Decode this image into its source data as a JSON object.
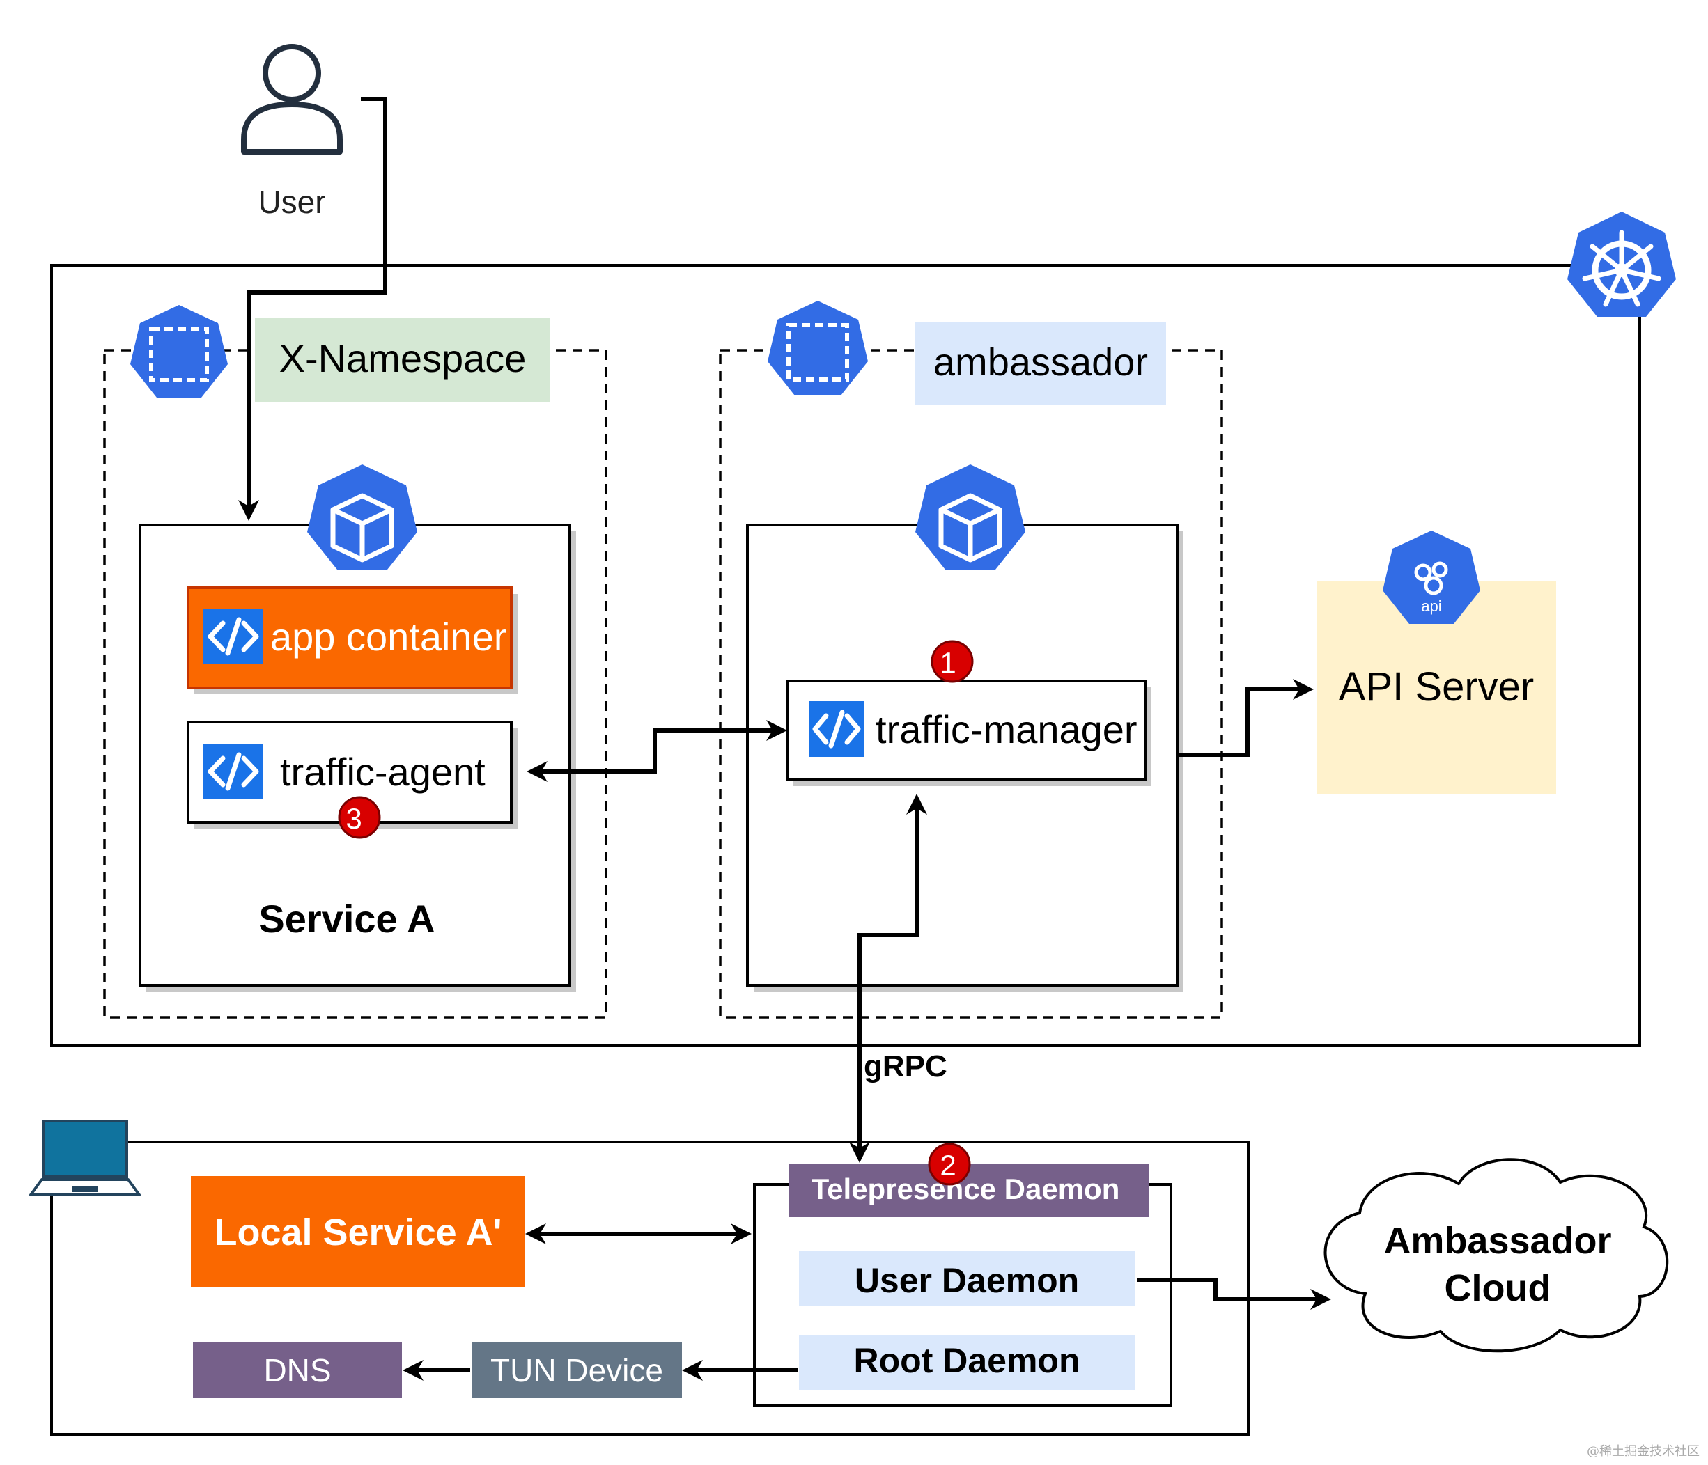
{
  "user": {
    "label": "User"
  },
  "namespaces": {
    "x_namespace": {
      "label": "X-Namespace",
      "color": "#d5e8d4"
    },
    "ambassador": {
      "label": "ambassador",
      "color": "#dae8fc"
    }
  },
  "service_a": {
    "label": "Service A",
    "app_container": "app container",
    "traffic_agent": "traffic-agent",
    "agent_badge": "3"
  },
  "manager_pod": {
    "traffic_manager": "traffic-manager",
    "manager_badge": "1"
  },
  "api_server": {
    "label": "API Server",
    "icon_text": "api",
    "color": "#fff2cc"
  },
  "grpc_label": "gRPC",
  "local_machine": {
    "local_service": "Local Service A'",
    "telepresence_daemon": "Telepresence Daemon",
    "daemon_badge": "2",
    "user_daemon": "User Daemon",
    "root_daemon": "Root Daemon",
    "tun_device": "TUN Device",
    "dns": "DNS"
  },
  "cloud": {
    "line1": "Ambassador",
    "line2": "Cloud"
  },
  "watermark": "@稀土掘金技术社区",
  "colors": {
    "k8s_blue": "#326ce5",
    "orange": "#fa6800",
    "purple": "#76608a",
    "slate": "#647687",
    "badge_red": "#d80000",
    "daemon_blue": "#dae8fc"
  }
}
